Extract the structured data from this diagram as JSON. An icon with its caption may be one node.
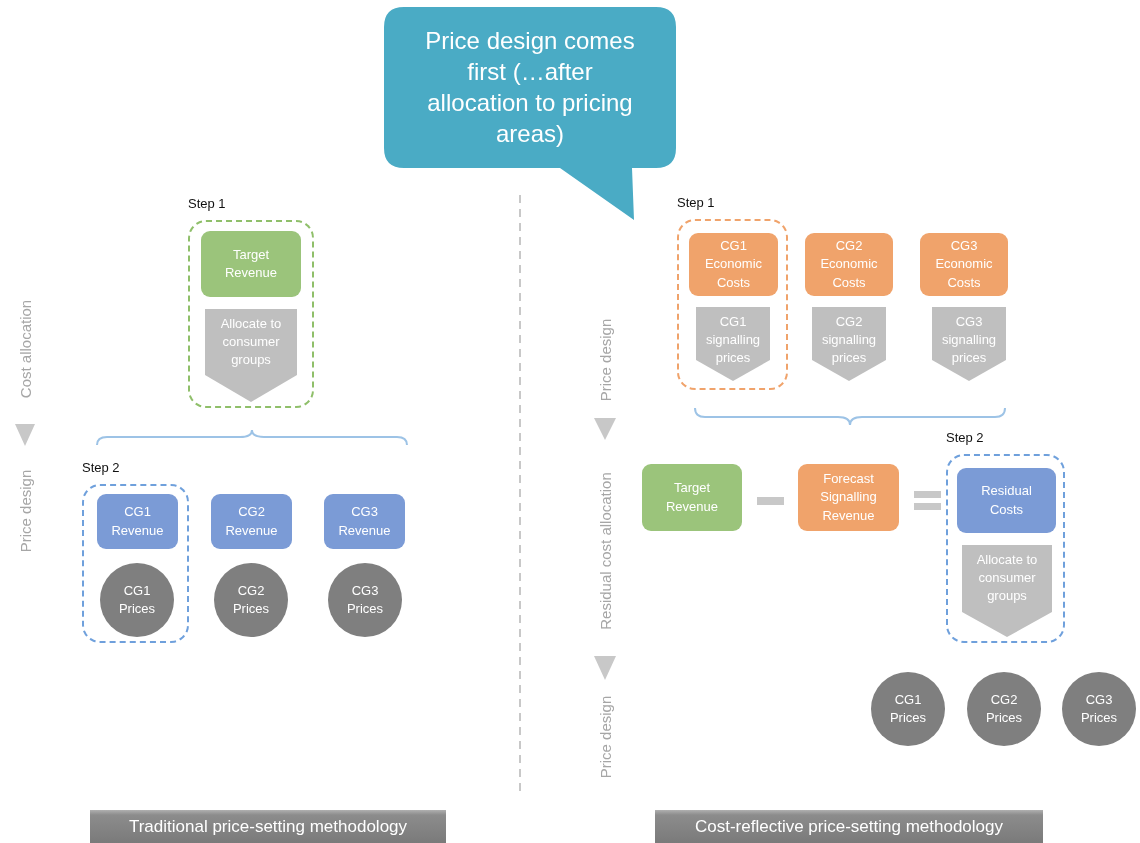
{
  "diagram": {
    "nodes": [
      {
        "text": [
          "Price design comes first (…after allocation to pricing areas)"
        ]
      },
      {
        "text": [
          "Step 1"
        ]
      },
      {
        "text": [
          "Target Revenue"
        ],
        "in": 1
      },
      {
        "text": [
          "Allocate to consumer groups"
        ],
        "in": 1
      },
      {
        "text": [
          "Step 2"
        ]
      },
      {
        "text": [
          "CG1 Revenue"
        ],
        "in": 4
      },
      {
        "text": [
          "CG1 Prices"
        ],
        "in": 4
      },
      {
        "text": [
          "CG2 Revenue"
        ]
      },
      {
        "text": [
          "CG2 Prices"
        ]
      },
      {
        "text": [
          "CG3 Revenue"
        ]
      },
      {
        "text": [
          "CG3 Prices"
        ]
      },
      {
        "text": [
          "Step 1"
        ]
      },
      {
        "text": [
          "CG1 Economic Costs"
        ],
        "in": 11
      },
      {
        "text": [
          "CG1 signalling prices"
        ],
        "in": 11
      },
      {
        "text": [
          "CG2 Economic Costs"
        ]
      },
      {
        "text": [
          "CG2 signalling prices"
        ]
      },
      {
        "text": [
          "CG3 Economic Costs"
        ]
      },
      {
        "text": [
          "CG3 signalling prices"
        ]
      },
      {
        "text": [
          "Target Revenue"
        ]
      },
      {
        "text": [
          "Forecast Signalling Revenue"
        ]
      },
      {
        "text": [
          "Step 2"
        ]
      },
      {
        "text": [
          "Residual Costs"
        ],
        "in": 20
      },
      {
        "text": [
          "Allocate to consumer groups"
        ],
        "in": 20
      },
      {
        "text": [
          "CG1 Prices"
        ]
      },
      {
        "text": [
          "CG2 Prices"
        ]
      },
      {
        "text": [
          "CG3 Prices"
        ]
      },
      {
        "text": [
          "Traditional price-setting methodology"
        ]
      },
      {
        "text": [
          "Cost-reflective price-setting methodology"
        ]
      }
    ],
    "labels": [
      "Cost allocation",
      "Price design",
      "Price design",
      "Residual cost allocation",
      "Price design"
    ]
  }
}
